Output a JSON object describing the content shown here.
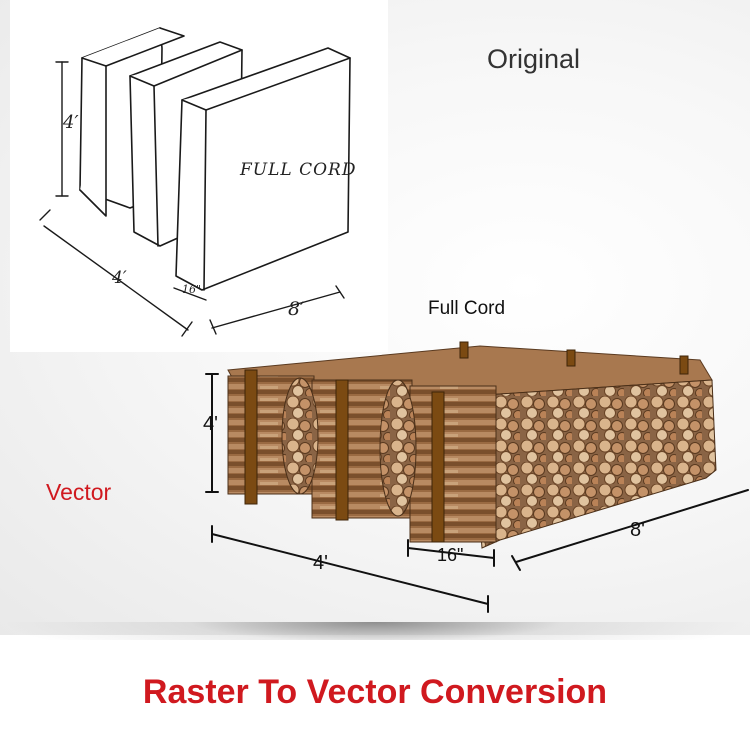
{
  "labels": {
    "original": "Original",
    "vector": "Vector",
    "full_cord": "Full Cord"
  },
  "sketch": {
    "height_label": "4′",
    "depth_label": "4′",
    "log_length_label": "16\"",
    "length_label": "8′",
    "cord_text": "FULL CORD"
  },
  "vector_dims": {
    "height_label": "4'",
    "depth_label": "4'",
    "log_length_label": "16\"",
    "length_label": "8'"
  },
  "banner": {
    "title": "Raster To Vector Conversion"
  },
  "colors": {
    "accent_red": "#d0191f",
    "label_gray": "#333333",
    "wood_dark": "#7a4a22",
    "wood_light": "#c9a27a",
    "stake_brown": "#7b4a12"
  }
}
